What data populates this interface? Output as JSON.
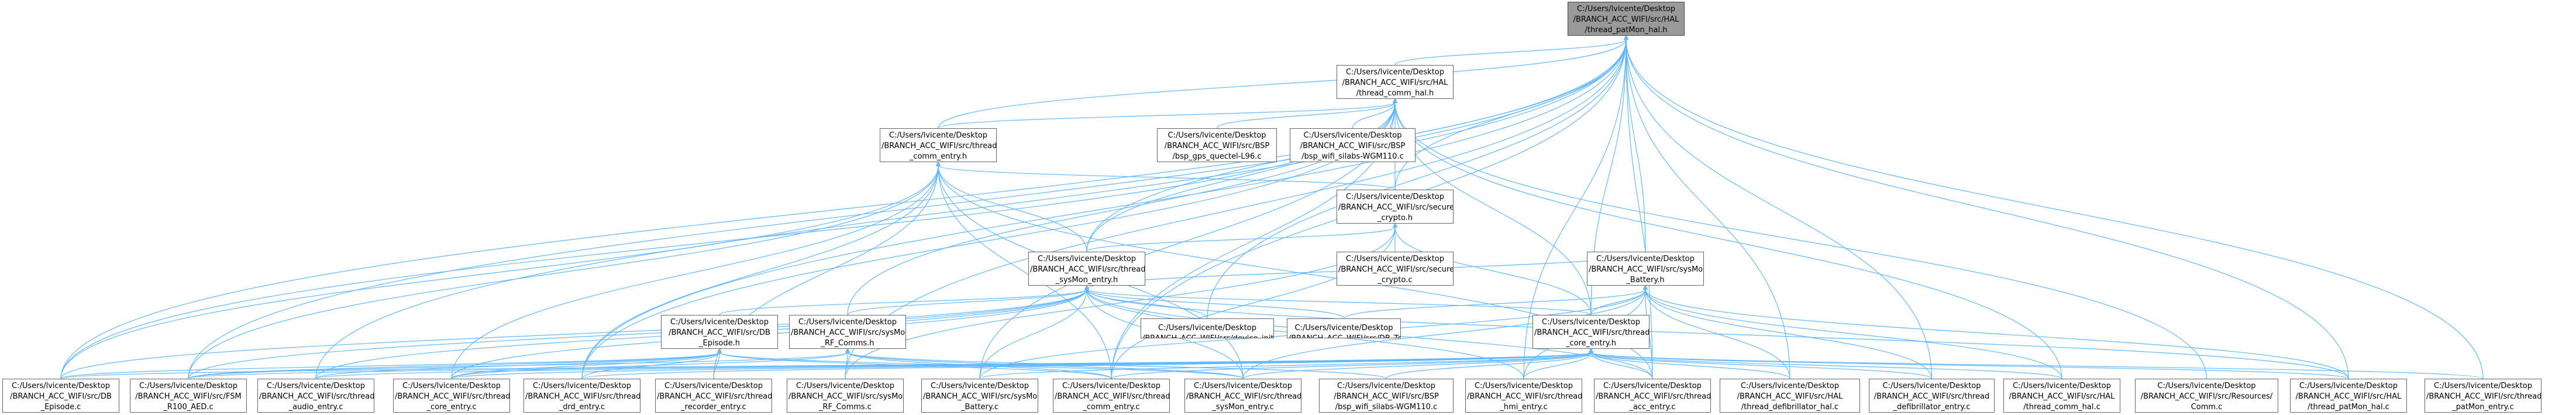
{
  "graph": {
    "root": "hal_patmon",
    "nodes": [
      {
        "id": "hal_patmon",
        "root": true,
        "lines": [
          "C:/Users/lvicente/Desktop",
          "/BRANCH_ACC_WIFI/src/HAL",
          "/thread_patMon_hal.h"
        ]
      },
      {
        "id": "comm_hal_h",
        "lines": [
          "C:/Users/lvicente/Desktop",
          "/BRANCH_ACC_WIFI/src/HAL",
          "/thread_comm_hal.h"
        ]
      },
      {
        "id": "bsp_gps",
        "lines": [
          "C:/Users/lvicente/Desktop",
          "/BRANCH_ACC_WIFI/src/BSP",
          "/bsp_gps_quectel-L96.c"
        ]
      },
      {
        "id": "bsp_wifi",
        "lines": [
          "C:/Users/lvicente/Desktop",
          "/BRANCH_ACC_WIFI/src/BSP",
          "/bsp_wifi_silabs-WGM110.c"
        ]
      },
      {
        "id": "comm_entry_h",
        "lines": [
          "C:/Users/lvicente/Desktop",
          "/BRANCH_ACC_WIFI/src/thread",
          "_comm_entry.h"
        ]
      },
      {
        "id": "secure_crypto_h",
        "lines": [
          "C:/Users/lvicente/Desktop",
          "/BRANCH_ACC_WIFI/src/secure",
          "_crypto.h"
        ]
      },
      {
        "id": "secure_crypto_c",
        "lines": [
          "C:/Users/lvicente/Desktop",
          "/BRANCH_ACC_WIFI/src/secure",
          "_crypto.c"
        ]
      },
      {
        "id": "sysmon_entry_h",
        "lines": [
          "C:/Users/lvicente/Desktop",
          "/BRANCH_ACC_WIFI/src/thread",
          "_sysMon_entry.h"
        ]
      },
      {
        "id": "sysmon_battery_h",
        "lines": [
          "C:/Users/lvicente/Desktop",
          "/BRANCH_ACC_WIFI/src/sysMon",
          "_Battery.h"
        ]
      },
      {
        "id": "db_episode_h",
        "lines": [
          "C:/Users/lvicente/Desktop",
          "/BRANCH_ACC_WIFI/src/DB",
          "_Episode.h"
        ]
      },
      {
        "id": "sysmon_rf_h",
        "lines": [
          "C:/Users/lvicente/Desktop",
          "/BRANCH_ACC_WIFI/src/sysMon",
          "_RF_Comms.h"
        ]
      },
      {
        "id": "device_init",
        "lines": [
          "C:/Users/lvicente/Desktop",
          "/BRANCH_ACC_WIFI/src/device_init.c"
        ]
      },
      {
        "id": "db_test",
        "lines": [
          "C:/Users/lvicente/Desktop",
          "/BRANCH_ACC_WIFI/src/DB_Test.c"
        ]
      },
      {
        "id": "core_entry_h",
        "lines": [
          "C:/Users/lvicente/Desktop",
          "/BRANCH_ACC_WIFI/src/thread",
          "_core_entry.h"
        ]
      },
      {
        "id": "db_episode_c",
        "lines": [
          "C:/Users/lvicente/Desktop",
          "/BRANCH_ACC_WIFI/src/DB",
          "_Episode.c"
        ]
      },
      {
        "id": "fsm_aed",
        "lines": [
          "C:/Users/lvicente/Desktop",
          "/BRANCH_ACC_WIFI/src/FSM",
          "_R100_AED.c"
        ]
      },
      {
        "id": "audio_entry",
        "lines": [
          "C:/Users/lvicente/Desktop",
          "/BRANCH_ACC_WIFI/src/thread",
          "_audio_entry.c"
        ]
      },
      {
        "id": "core_entry_c",
        "lines": [
          "C:/Users/lvicente/Desktop",
          "/BRANCH_ACC_WIFI/src/thread",
          "_core_entry.c"
        ]
      },
      {
        "id": "drd_entry",
        "lines": [
          "C:/Users/lvicente/Desktop",
          "/BRANCH_ACC_WIFI/src/thread",
          "_drd_entry.c"
        ]
      },
      {
        "id": "recorder_entry",
        "lines": [
          "C:/Users/lvicente/Desktop",
          "/BRANCH_ACC_WIFI/src/thread",
          "_recorder_entry.c"
        ]
      },
      {
        "id": "sysmon_rf_c",
        "lines": [
          "C:/Users/lvicente/Desktop",
          "/BRANCH_ACC_WIFI/src/sysMon",
          "_RF_Comms.c"
        ]
      },
      {
        "id": "sysmon_battery_c",
        "lines": [
          "C:/Users/lvicente/Desktop",
          "/BRANCH_ACC_WIFI/src/sysMon",
          "_Battery.c"
        ]
      },
      {
        "id": "comm_entry_c",
        "lines": [
          "C:/Users/lvicente/Desktop",
          "/BRANCH_ACC_WIFI/src/thread",
          "_comm_entry.c"
        ]
      },
      {
        "id": "sysmon_entry_c",
        "lines": [
          "C:/Users/lvicente/Desktop",
          "/BRANCH_ACC_WIFI/src/thread",
          "_sysMon_entry.c"
        ]
      },
      {
        "id": "bsp_wifi_file",
        "lines": [
          "C:/Users/lvicente/Desktop",
          "/BRANCH_ACC_WIFI/src/BSP",
          "/bsp_wifi_silabs-WGM110.c"
        ]
      },
      {
        "id": "hmi_entry",
        "lines": [
          "C:/Users/lvicente/Desktop",
          "/BRANCH_ACC_WIFI/src/thread",
          "_hmi_entry.c"
        ]
      },
      {
        "id": "acc_entry",
        "lines": [
          "C:/Users/lvicente/Desktop",
          "/BRANCH_ACC_WIFI/src/thread",
          "_acc_entry.c"
        ]
      },
      {
        "id": "defib_hal",
        "lines": [
          "C:/Users/lvicente/Desktop",
          "/BRANCH_ACC_WIFI/src/HAL",
          "/thread_defibrillator_hal.c"
        ]
      },
      {
        "id": "defib_entry",
        "lines": [
          "C:/Users/lvicente/Desktop",
          "/BRANCH_ACC_WIFI/src/thread",
          "_defibrillator_entry.c"
        ]
      },
      {
        "id": "comm_hal_c",
        "lines": [
          "C:/Users/lvicente/Desktop",
          "/BRANCH_ACC_WIFI/src/HAL",
          "/thread_comm_hal.c"
        ]
      },
      {
        "id": "resources_comm",
        "lines": [
          "C:/Users/lvicente/Desktop",
          "/BRANCH_ACC_WIFI/src/Resources/",
          "Comm.c"
        ]
      },
      {
        "id": "patmon_hal_c",
        "lines": [
          "C:/Users/lvicente/Desktop",
          "/BRANCH_ACC_WIFI/src/HAL",
          "/thread_patMon_hal.c"
        ]
      },
      {
        "id": "patmon_entry",
        "lines": [
          "C:/Users/lvicente/Desktop",
          "/BRANCH_ACC_WIFI/src/thread",
          "_patMon_entry.c"
        ]
      }
    ],
    "edges": [
      [
        "hal_patmon",
        "comm_hal_h"
      ],
      [
        "hal_patmon",
        "comm_entry_h"
      ],
      [
        "hal_patmon",
        "secure_crypto_h"
      ],
      [
        "hal_patmon",
        "sysmon_entry_h"
      ],
      [
        "hal_patmon",
        "sysmon_battery_h"
      ],
      [
        "hal_patmon",
        "db_episode_c"
      ],
      [
        "hal_patmon",
        "fsm_aed"
      ],
      [
        "hal_patmon",
        "audio_entry"
      ],
      [
        "hal_patmon",
        "drd_entry"
      ],
      [
        "hal_patmon",
        "sysmon_rf_c"
      ],
      [
        "hal_patmon",
        "comm_entry_c"
      ],
      [
        "hal_patmon",
        "hmi_entry"
      ],
      [
        "hal_patmon",
        "acc_entry"
      ],
      [
        "hal_patmon",
        "defib_hal"
      ],
      [
        "hal_patmon",
        "defib_entry"
      ],
      [
        "hal_patmon",
        "patmon_hal_c"
      ],
      [
        "hal_patmon",
        "patmon_entry"
      ],
      [
        "hal_patmon",
        "device_init"
      ],
      [
        "hal_patmon",
        "core_entry_h"
      ],
      [
        "comm_hal_h",
        "bsp_gps"
      ],
      [
        "comm_hal_h",
        "bsp_wifi"
      ],
      [
        "comm_hal_h",
        "comm_entry_h"
      ],
      [
        "comm_hal_h",
        "secure_crypto_h"
      ],
      [
        "comm_hal_h",
        "sysmon_entry_h"
      ],
      [
        "comm_hal_h",
        "sysmon_rf_h"
      ],
      [
        "comm_hal_h",
        "db_episode_c"
      ],
      [
        "comm_hal_h",
        "drd_entry"
      ],
      [
        "comm_hal_h",
        "comm_entry_c"
      ],
      [
        "comm_hal_h",
        "comm_hal_c"
      ],
      [
        "comm_hal_h",
        "resources_comm"
      ],
      [
        "comm_hal_h",
        "sysmon_battery_c"
      ],
      [
        "comm_hal_h",
        "core_entry_h"
      ],
      [
        "comm_entry_h",
        "secure_crypto_h"
      ],
      [
        "comm_entry_h",
        "sysmon_entry_h"
      ],
      [
        "comm_entry_h",
        "db_episode_c"
      ],
      [
        "comm_entry_h",
        "fsm_aed"
      ],
      [
        "comm_entry_h",
        "core_entry_c"
      ],
      [
        "comm_entry_h",
        "drd_entry"
      ],
      [
        "comm_entry_h",
        "comm_entry_c"
      ],
      [
        "comm_entry_h",
        "sysmon_entry_c"
      ],
      [
        "comm_entry_h",
        "acc_entry"
      ],
      [
        "comm_entry_h",
        "recorder_entry"
      ],
      [
        "secure_crypto_h",
        "secure_crypto_c"
      ],
      [
        "secure_crypto_h",
        "sysmon_entry_h"
      ],
      [
        "secure_crypto_h",
        "core_entry_h"
      ],
      [
        "secure_crypto_h",
        "comm_entry_c"
      ],
      [
        "secure_crypto_h",
        "sysmon_rf_c"
      ],
      [
        "sysmon_entry_h",
        "sysmon_battery_h"
      ],
      [
        "sysmon_entry_h",
        "db_episode_h"
      ],
      [
        "sysmon_entry_h",
        "sysmon_rf_h"
      ],
      [
        "sysmon_entry_h",
        "device_init"
      ],
      [
        "sysmon_entry_h",
        "db_test"
      ],
      [
        "sysmon_entry_h",
        "core_entry_h"
      ],
      [
        "sysmon_entry_h",
        "db_episode_c"
      ],
      [
        "sysmon_entry_h",
        "fsm_aed"
      ],
      [
        "sysmon_entry_h",
        "audio_entry"
      ],
      [
        "sysmon_entry_h",
        "core_entry_c"
      ],
      [
        "sysmon_entry_h",
        "sysmon_battery_c"
      ],
      [
        "sysmon_entry_h",
        "sysmon_entry_c"
      ],
      [
        "sysmon_entry_h",
        "hmi_entry"
      ],
      [
        "sysmon_entry_h",
        "acc_entry"
      ],
      [
        "sysmon_entry_h",
        "patmon_hal_c"
      ],
      [
        "sysmon_battery_h",
        "db_test"
      ],
      [
        "sysmon_battery_h",
        "core_entry_h"
      ],
      [
        "sysmon_battery_h",
        "sysmon_battery_c"
      ],
      [
        "sysmon_battery_h",
        "defib_hal"
      ],
      [
        "sysmon_battery_h",
        "defib_entry"
      ],
      [
        "sysmon_battery_h",
        "hmi_entry"
      ],
      [
        "sysmon_battery_h",
        "acc_entry"
      ],
      [
        "sysmon_battery_h",
        "comm_hal_c"
      ],
      [
        "sysmon_battery_h",
        "patmon_hal_c"
      ],
      [
        "sysmon_battery_h",
        "sysmon_entry_c"
      ],
      [
        "db_episode_h",
        "db_episode_c"
      ],
      [
        "db_episode_h",
        "fsm_aed"
      ],
      [
        "db_episode_h",
        "audio_entry"
      ],
      [
        "db_episode_h",
        "core_entry_c"
      ],
      [
        "db_episode_h",
        "drd_entry"
      ],
      [
        "db_episode_h",
        "recorder_entry"
      ],
      [
        "db_episode_h",
        "comm_entry_c"
      ],
      [
        "db_episode_h",
        "sysmon_entry_c"
      ],
      [
        "sysmon_rf_h",
        "sysmon_rf_c"
      ],
      [
        "sysmon_rf_h",
        "fsm_aed"
      ],
      [
        "sysmon_rf_h",
        "comm_entry_c"
      ],
      [
        "sysmon_rf_h",
        "sysmon_entry_c"
      ],
      [
        "sysmon_rf_h",
        "bsp_wifi_file"
      ],
      [
        "sysmon_rf_h",
        "core_entry_c"
      ],
      [
        "core_entry_h",
        "db_episode_c"
      ],
      [
        "core_entry_h",
        "fsm_aed"
      ],
      [
        "core_entry_h",
        "audio_entry"
      ],
      [
        "core_entry_h",
        "core_entry_c"
      ],
      [
        "core_entry_h",
        "drd_entry"
      ],
      [
        "core_entry_h",
        "sysmon_battery_c"
      ],
      [
        "core_entry_h",
        "comm_entry_c"
      ],
      [
        "core_entry_h",
        "sysmon_entry_c"
      ],
      [
        "core_entry_h",
        "bsp_wifi_file"
      ],
      [
        "core_entry_h",
        "hmi_entry"
      ],
      [
        "core_entry_h",
        "acc_entry"
      ],
      [
        "core_entry_h",
        "defib_hal"
      ],
      [
        "core_entry_h",
        "defib_entry"
      ],
      [
        "core_entry_h",
        "comm_hal_c"
      ],
      [
        "core_entry_h",
        "patmon_hal_c"
      ],
      [
        "core_entry_h",
        "patmon_entry"
      ]
    ]
  },
  "style": {
    "edge_color": "#63b8ff",
    "root_fill": "#999999",
    "node_fill": "#ffffff",
    "node_border": "#666666"
  }
}
